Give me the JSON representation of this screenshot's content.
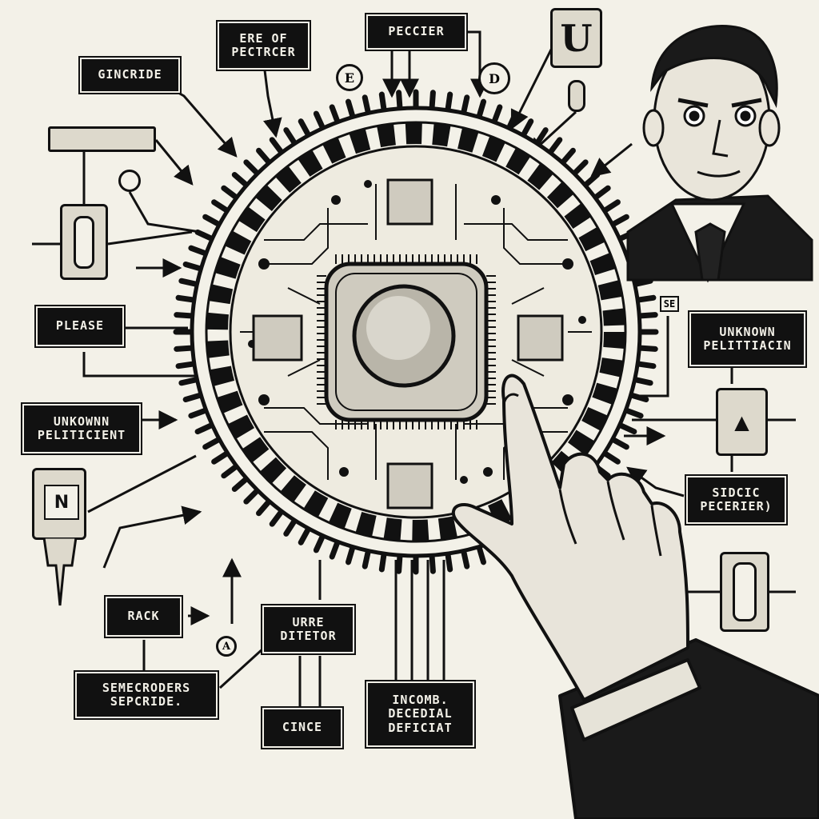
{
  "labels": {
    "gincride": "GINCRIDE",
    "ere_of": "ERE OF",
    "pectrcer": "PECTRCER",
    "peccier": "PECCIER",
    "please": "PLEASE",
    "unknown_left_1": "UNKOWNN",
    "unknown_left_2": "PELITICIENT",
    "rack": "RACK",
    "urre": "URRE",
    "ditetor": "DITETOR",
    "semecroders": "SEMECRODERS",
    "sepcride": "SEPCRIDE.",
    "cince": "CINCE",
    "incomb": "INCOMB.",
    "decedial": "DECEDIAL",
    "deficiat": "DEFICIAT",
    "unknown_right_1": "UNKNOWN",
    "unknown_right_2": "PELITTIACIN",
    "sidcic": "SIDCIC",
    "pecerier": "PECERIER)",
    "se": "SE"
  },
  "glyphs": {
    "top_u": "U",
    "circle_e": "E",
    "circle_d": "D",
    "circle_a": "A",
    "comp_n": "N",
    "right_triangle": "▲"
  },
  "icons": [
    "circuit-chip-icon",
    "pointing-hand-icon",
    "portrait-man-icon"
  ],
  "colors": {
    "ink": "#111111",
    "paper": "#f3f1e8",
    "metal": "#cfcbbf"
  }
}
